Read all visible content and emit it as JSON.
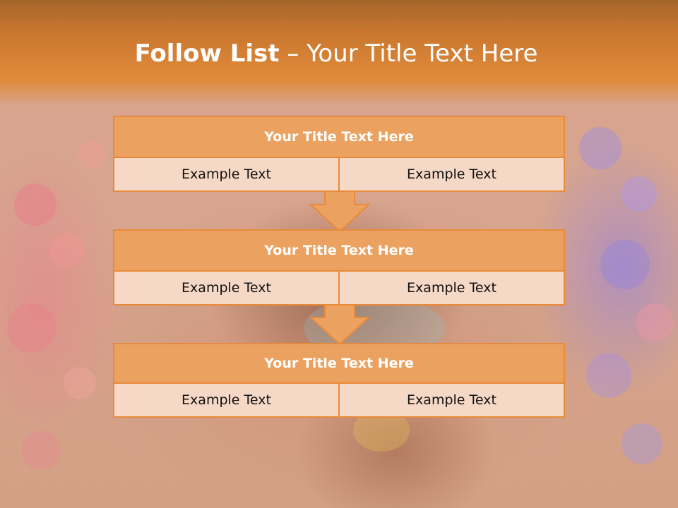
{
  "title": {
    "bold": "Follow List",
    "rest": " – Your Title Text Here"
  },
  "blocks": [
    {
      "title": "Your Title Text Here",
      "left": "Example Text",
      "right": "Example Text"
    },
    {
      "title": "Your Title Text Here",
      "left": "Example Text",
      "right": "Example Text"
    },
    {
      "title": "Your Title Text Here",
      "left": "Example Text",
      "right": "Example Text"
    }
  ],
  "colors": {
    "header_orange": "#e08a3a",
    "block_title_fill": "#eba261",
    "block_cell_fill": "#f6d8c6",
    "border": "#e88a3a"
  },
  "icons": [
    "down-arrow-icon"
  ]
}
